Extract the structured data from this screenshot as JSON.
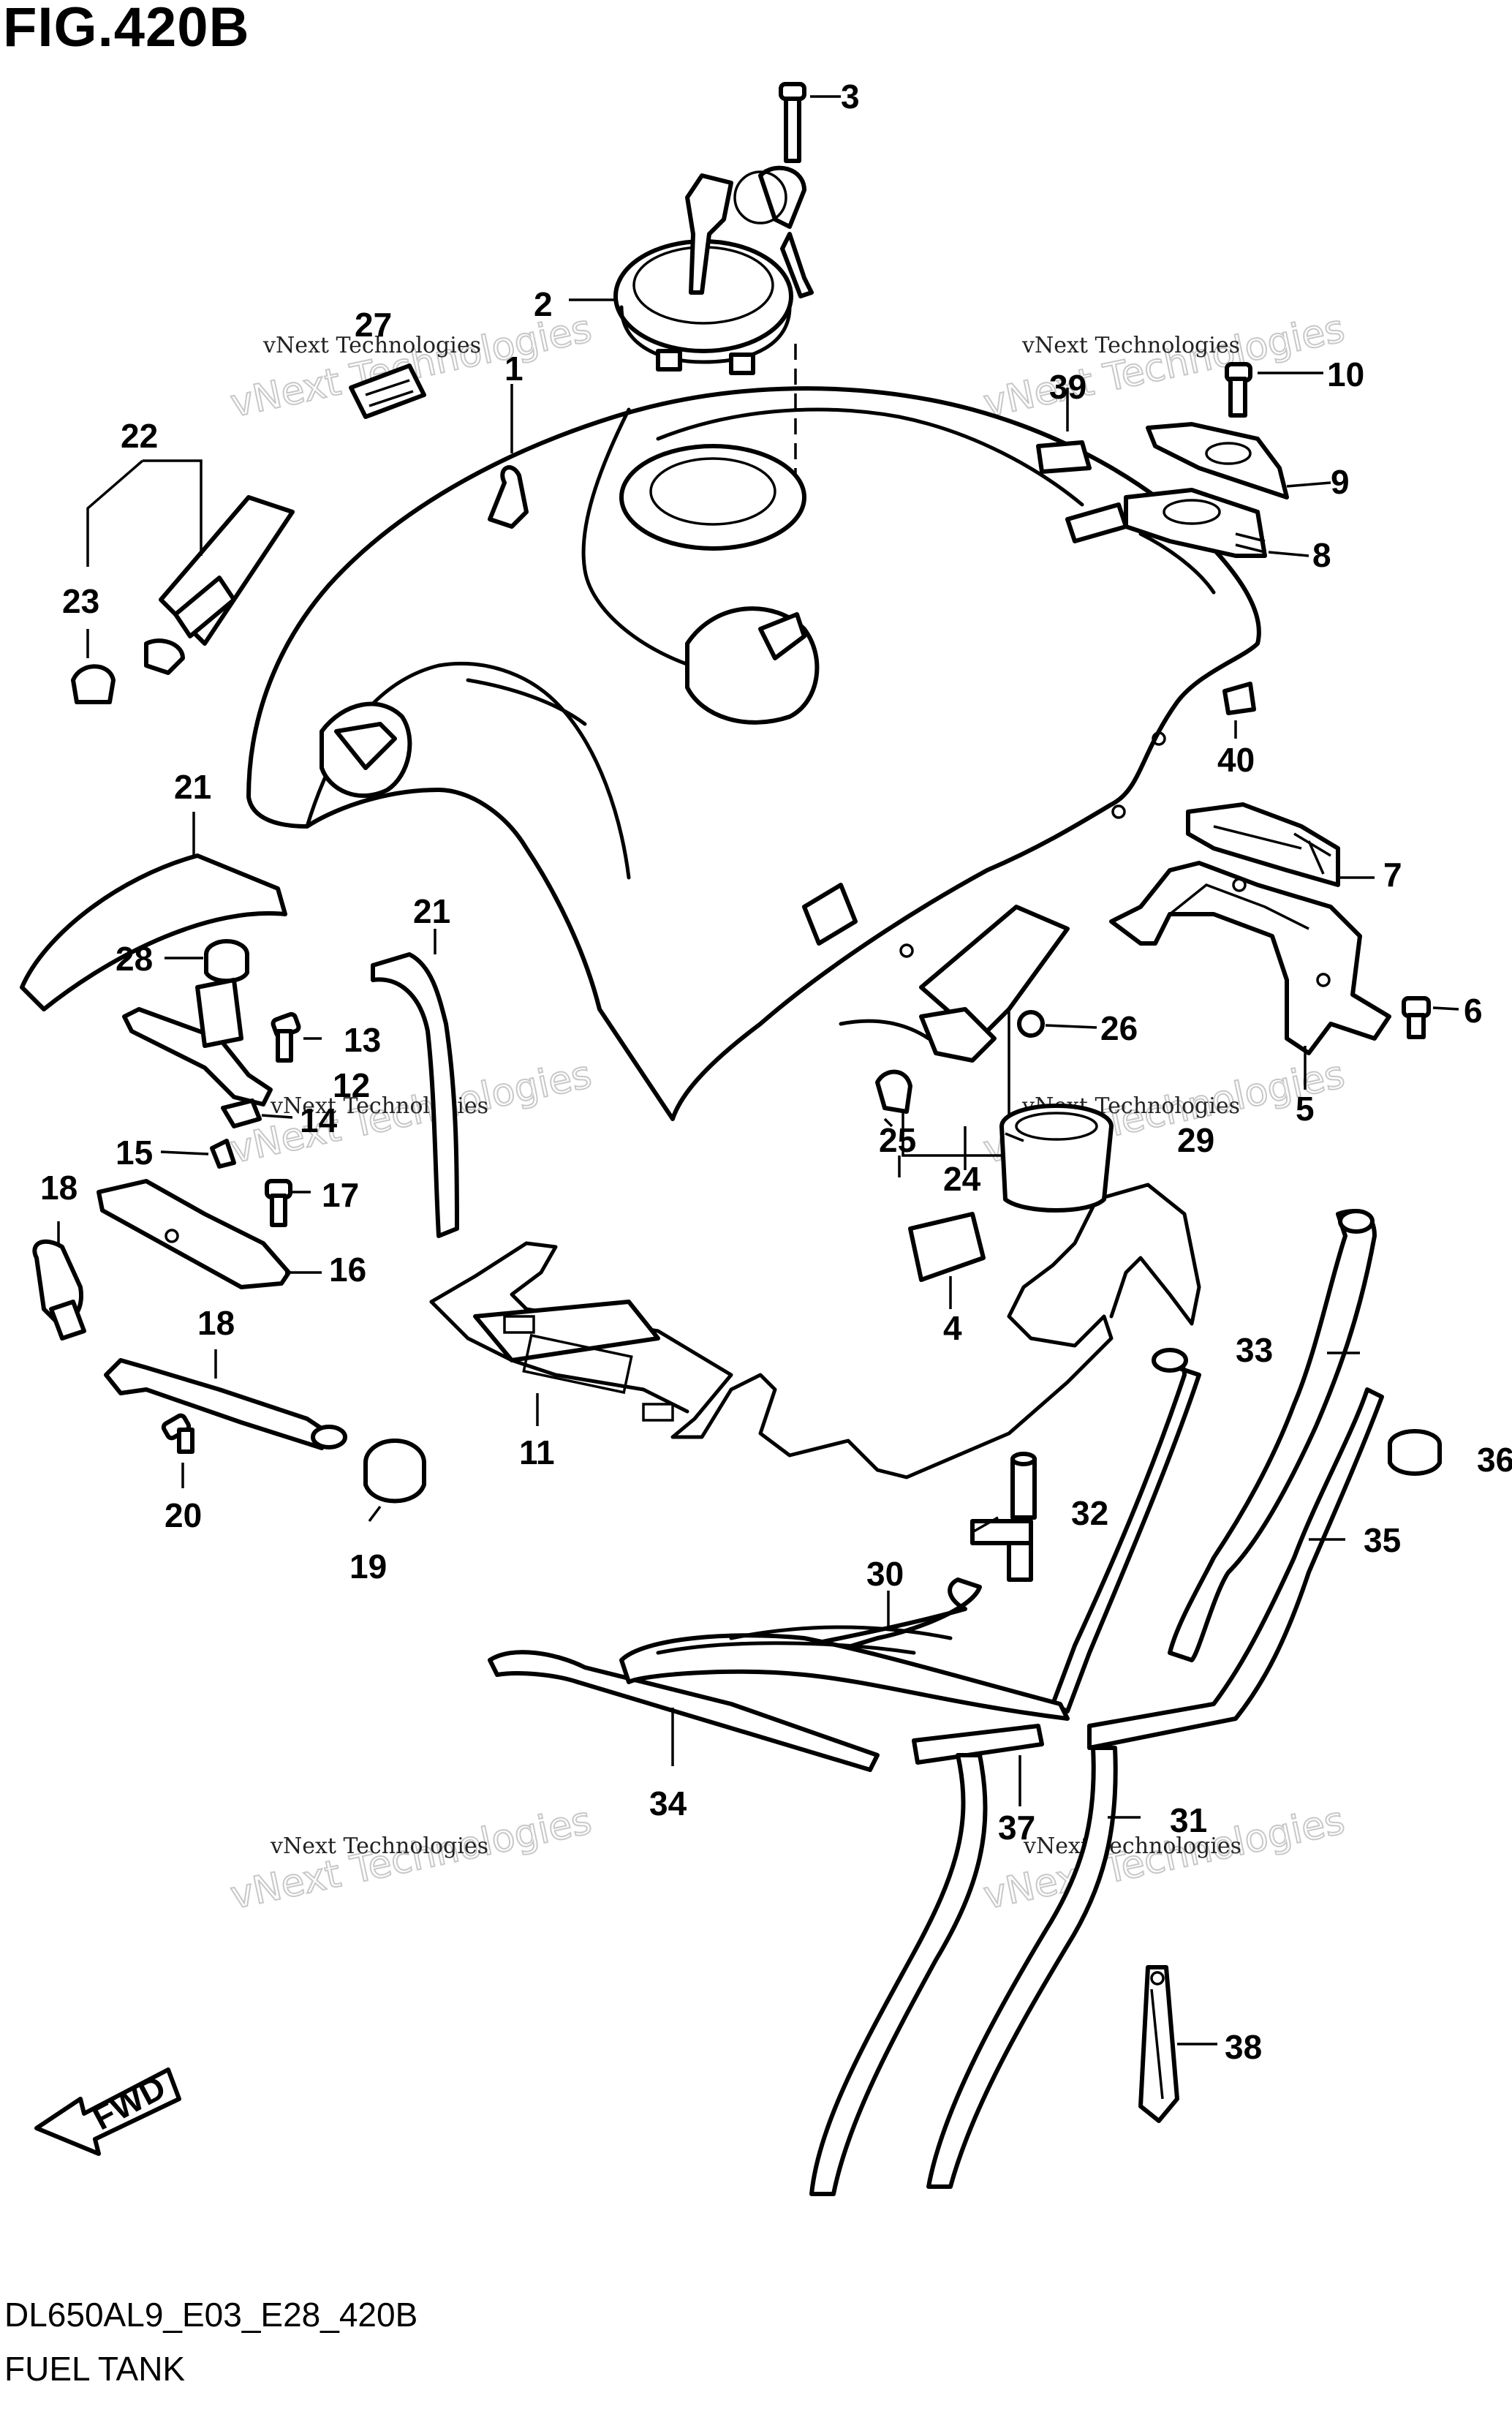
{
  "figure": {
    "title": "FIG.420B",
    "code": "DL650AL9_E03_E28_420B",
    "name": "FUEL TANK",
    "fwd_label": "FWD"
  },
  "watermark": {
    "small": "vNext Technologies",
    "big": "vNext Technologies"
  },
  "callouts": [
    {
      "id": "1",
      "label": "1"
    },
    {
      "id": "2",
      "label": "2"
    },
    {
      "id": "3",
      "label": "3"
    },
    {
      "id": "4",
      "label": "4"
    },
    {
      "id": "5",
      "label": "5"
    },
    {
      "id": "6",
      "label": "6"
    },
    {
      "id": "7",
      "label": "7"
    },
    {
      "id": "8",
      "label": "8"
    },
    {
      "id": "9",
      "label": "9"
    },
    {
      "id": "10",
      "label": "10"
    },
    {
      "id": "11",
      "label": "11"
    },
    {
      "id": "12",
      "label": "12"
    },
    {
      "id": "13",
      "label": "13"
    },
    {
      "id": "14",
      "label": "14"
    },
    {
      "id": "15",
      "label": "15"
    },
    {
      "id": "16",
      "label": "16"
    },
    {
      "id": "17",
      "label": "17"
    },
    {
      "id": "18a",
      "label": "18"
    },
    {
      "id": "18b",
      "label": "18"
    },
    {
      "id": "19",
      "label": "19"
    },
    {
      "id": "20",
      "label": "20"
    },
    {
      "id": "21a",
      "label": "21"
    },
    {
      "id": "21b",
      "label": "21"
    },
    {
      "id": "22",
      "label": "22"
    },
    {
      "id": "23",
      "label": "23"
    },
    {
      "id": "24",
      "label": "24"
    },
    {
      "id": "25",
      "label": "25"
    },
    {
      "id": "26",
      "label": "26"
    },
    {
      "id": "27",
      "label": "27"
    },
    {
      "id": "28",
      "label": "28"
    },
    {
      "id": "29",
      "label": "29"
    },
    {
      "id": "30",
      "label": "30"
    },
    {
      "id": "31",
      "label": "31"
    },
    {
      "id": "32",
      "label": "32"
    },
    {
      "id": "33",
      "label": "33"
    },
    {
      "id": "34",
      "label": "34"
    },
    {
      "id": "35",
      "label": "35"
    },
    {
      "id": "36",
      "label": "36"
    },
    {
      "id": "37",
      "label": "37"
    },
    {
      "id": "38",
      "label": "38"
    },
    {
      "id": "39",
      "label": "39"
    },
    {
      "id": "40",
      "label": "40"
    }
  ]
}
